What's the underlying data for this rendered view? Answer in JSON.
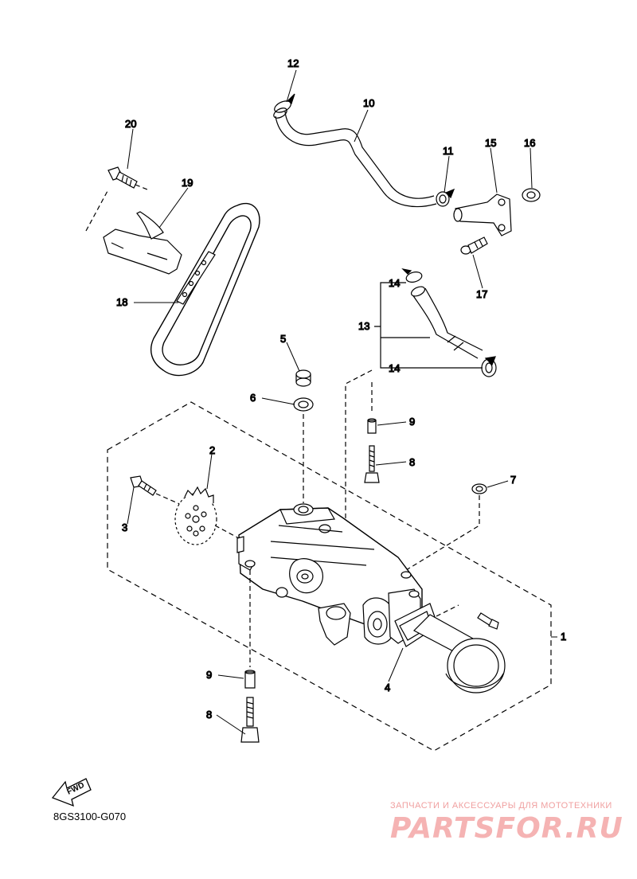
{
  "callouts": {
    "c1": "1",
    "c2": "2",
    "c3": "3",
    "c4": "4",
    "c5": "5",
    "c6": "6",
    "c7": "7",
    "c8a": "8",
    "c8b": "8",
    "c9a": "9",
    "c9b": "9",
    "c10": "10",
    "c11": "11",
    "c12": "12",
    "c13": "13",
    "c14a": "14",
    "c14b": "14",
    "c15": "15",
    "c16": "16",
    "c17": "17",
    "c18": "18",
    "c19": "19",
    "c20": "20"
  },
  "fwd_label": "FWD",
  "diagram_code": "8GS3100-G070",
  "watermark": {
    "tagline": "ЗАПЧАСТИ И АКСЕССУАРЫ ДЛЯ МОТОТЕХНИКИ",
    "logo": "PARTSFOR.RU"
  }
}
